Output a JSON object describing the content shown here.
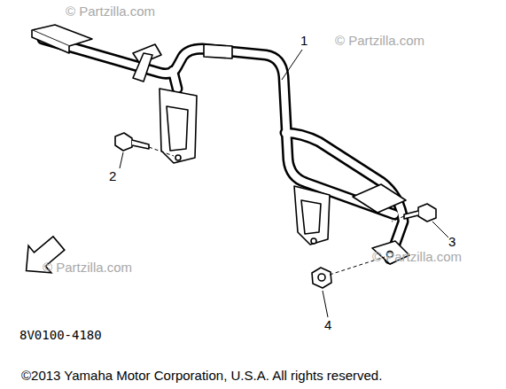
{
  "diagram": {
    "labels": [
      "1",
      "2",
      "3",
      "4",
      "8V0100-4180",
      "©2013 Yamaha Motor Corporation, U.S.A. All rights reserved.",
      "© Partzilla.com",
      "© Partzilla.com",
      "© Partzilla.com",
      "© Partzilla.com"
    ]
  }
}
